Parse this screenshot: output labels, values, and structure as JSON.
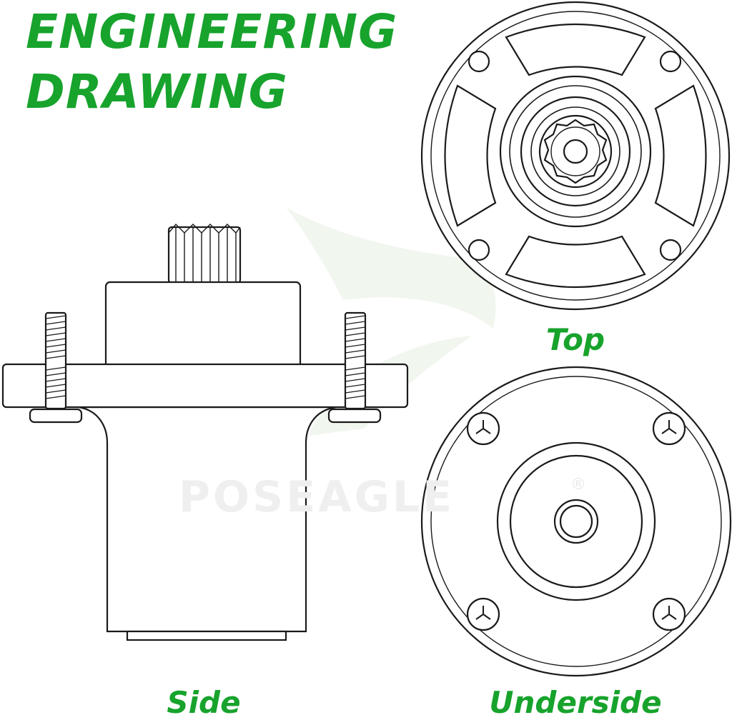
{
  "heading": {
    "line1": "ENGINEERING",
    "line2": "DRAWING"
  },
  "views": {
    "top": "Top",
    "side": "Side",
    "underside": "Underside"
  },
  "watermark": {
    "text": "POSEAGLE",
    "mark": "®"
  },
  "colors": {
    "accent": "#17a32c",
    "line": "#1a1a1a",
    "watermark": "#efefef",
    "background": "#ffffff"
  }
}
